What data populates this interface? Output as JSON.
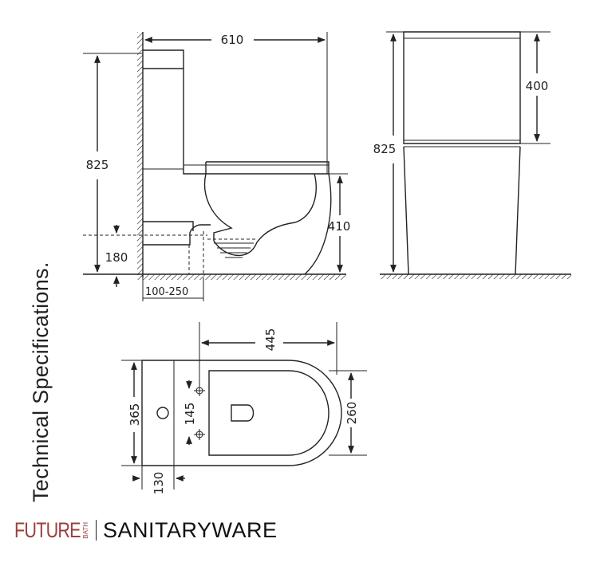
{
  "title": "Technical Specifications.",
  "brand": {
    "logo": "FUTURE",
    "logo_sub": "BATH",
    "name": "SANITARYWARE",
    "logo_color": "#9b3f3f"
  },
  "dimensions": {
    "side_width": "610",
    "side_height": "825",
    "seat_height": "410",
    "outlet_height": "180",
    "outlet_offset": "100-250",
    "front_height": "825",
    "cistern_height": "400",
    "top_length": "445",
    "top_width": "365",
    "seat_width": "260",
    "fixing_spacing": "145",
    "fixing_offset": "130"
  }
}
